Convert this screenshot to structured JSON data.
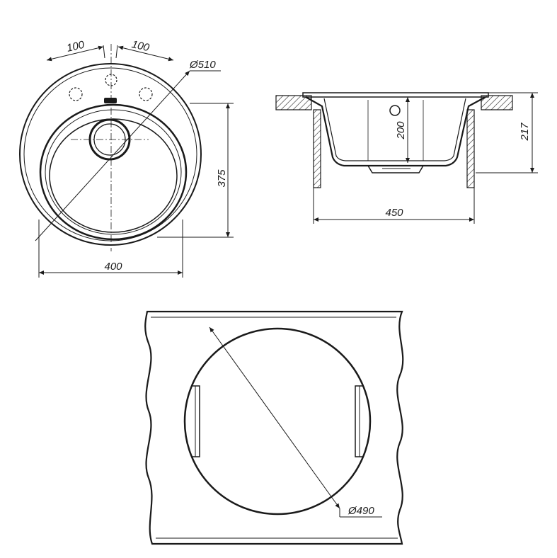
{
  "top_view": {
    "tap_offset_left": "100",
    "tap_offset_right": "100",
    "outer_diameter": "Ø510",
    "depth_height": "375",
    "width": "400"
  },
  "side_view": {
    "bowl_depth": "200",
    "total_height": "217",
    "width": "450"
  },
  "cutout_view": {
    "cutout_diameter": "Ø490"
  }
}
